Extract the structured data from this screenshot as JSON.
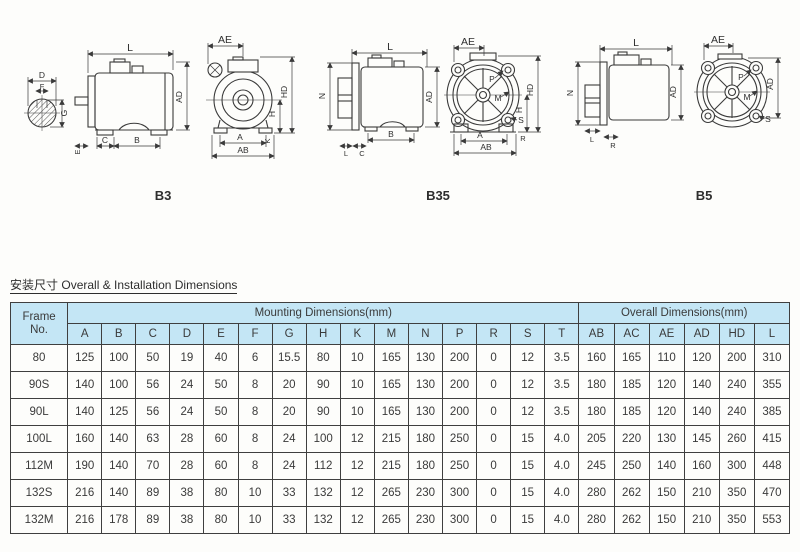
{
  "title": {
    "cn": "安装尺寸",
    "en": "Overall & Installation Dimensions"
  },
  "drawings": {
    "captions": {
      "b3": "B3",
      "b35": "B35",
      "b5": "B5"
    },
    "shaft": {
      "d": "D",
      "f": "F",
      "g": "G"
    },
    "b3_side": {
      "l": "L",
      "ad": "AD",
      "e": "E",
      "c": "C",
      "b": "B"
    },
    "b3_front": {
      "ae": "AE",
      "hd": "HD",
      "h": "H",
      "a": "A",
      "k": "K",
      "ab": "AB"
    },
    "b35_side": {
      "l": "L",
      "n": "N",
      "ad": "AD",
      "la": "L",
      "c": "C",
      "b": "B"
    },
    "b35_front": {
      "ae": "AE",
      "hd": "HD",
      "h": "H",
      "p": "P",
      "m": "M",
      "s": "S",
      "a": "A",
      "r": "R",
      "ab": "AB"
    },
    "b5_side": {
      "l": "L",
      "n": "N",
      "ad": "AD",
      "la": "L",
      "r": "R"
    },
    "b5_front": {
      "ae": "AE",
      "ad": "AD",
      "p": "P",
      "m": "M",
      "s": "S"
    }
  },
  "table": {
    "frame_header_line1": "Frame",
    "frame_header_line2": "No.",
    "group_headers": [
      "Mounting Dimensions(mm)",
      "Overall Dimensions(mm)"
    ],
    "mounting_columns": [
      "A",
      "B",
      "C",
      "D",
      "E",
      "F",
      "G",
      "H",
      "K",
      "M",
      "N",
      "P",
      "R",
      "S",
      "T"
    ],
    "overall_columns": [
      "AB",
      "AC",
      "AE",
      "AD",
      "HD",
      "L"
    ],
    "rows": [
      {
        "frame": "80",
        "values": [
          "125",
          "100",
          "50",
          "19",
          "40",
          "6",
          "15.5",
          "80",
          "10",
          "165",
          "130",
          "200",
          "0",
          "12",
          "3.5",
          "160",
          "165",
          "110",
          "120",
          "200",
          "310"
        ]
      },
      {
        "frame": "90S",
        "values": [
          "140",
          "100",
          "56",
          "24",
          "50",
          "8",
          "20",
          "90",
          "10",
          "165",
          "130",
          "200",
          "0",
          "12",
          "3.5",
          "180",
          "185",
          "120",
          "140",
          "240",
          "355"
        ]
      },
      {
        "frame": "90L",
        "values": [
          "140",
          "125",
          "56",
          "24",
          "50",
          "8",
          "20",
          "90",
          "10",
          "165",
          "130",
          "200",
          "0",
          "12",
          "3.5",
          "180",
          "185",
          "120",
          "140",
          "240",
          "385"
        ]
      },
      {
        "frame": "100L",
        "values": [
          "160",
          "140",
          "63",
          "28",
          "60",
          "8",
          "24",
          "100",
          "12",
          "215",
          "180",
          "250",
          "0",
          "15",
          "4.0",
          "205",
          "220",
          "130",
          "145",
          "260",
          "415"
        ]
      },
      {
        "frame": "112M",
        "values": [
          "190",
          "140",
          "70",
          "28",
          "60",
          "8",
          "24",
          "112",
          "12",
          "215",
          "180",
          "250",
          "0",
          "15",
          "4.0",
          "245",
          "250",
          "140",
          "160",
          "300",
          "448"
        ]
      },
      {
        "frame": "132S",
        "values": [
          "216",
          "140",
          "89",
          "38",
          "80",
          "10",
          "33",
          "132",
          "12",
          "265",
          "230",
          "300",
          "0",
          "15",
          "4.0",
          "280",
          "262",
          "150",
          "210",
          "350",
          "470"
        ]
      },
      {
        "frame": "132M",
        "values": [
          "216",
          "178",
          "89",
          "38",
          "80",
          "10",
          "33",
          "132",
          "12",
          "265",
          "230",
          "300",
          "0",
          "15",
          "4.0",
          "280",
          "262",
          "150",
          "210",
          "350",
          "553"
        ]
      }
    ]
  },
  "colors": {
    "header_bg": "#c4e6f5",
    "border": "#3f3f3f",
    "ink": "#3a3a3a",
    "paper": "#fdfdfb"
  }
}
